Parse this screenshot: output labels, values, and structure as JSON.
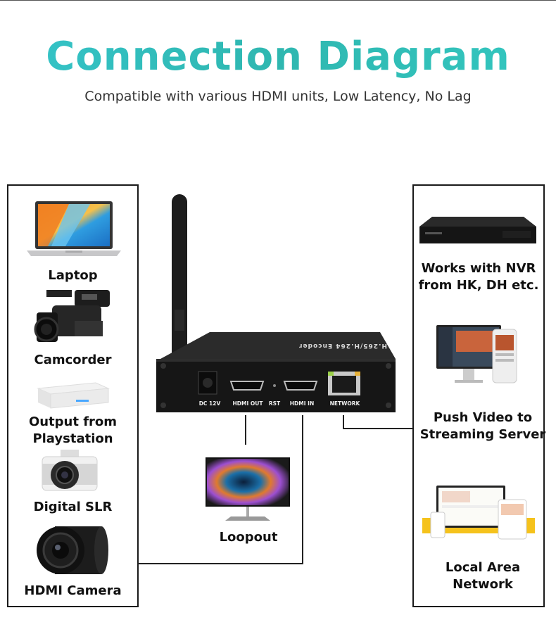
{
  "header": {
    "title": "Connection Diagram",
    "subtitle": "Compatible with various HDMI units, Low Latency, No Lag"
  },
  "inputs": [
    {
      "label": "Laptop",
      "icon": "laptop-icon"
    },
    {
      "label": "Camcorder",
      "icon": "camcorder-icon"
    },
    {
      "label": "Output from\nPlaystation",
      "icon": "playstation-icon"
    },
    {
      "label": "Digital SLR",
      "icon": "dslr-camera-icon"
    },
    {
      "label": "HDMI Camera",
      "icon": "hdmi-camera-icon"
    }
  ],
  "device": {
    "name": "H.265/H.264 Encoder",
    "ports": [
      "DC 12V",
      "HDMI OUT",
      "RST",
      "HDMI IN",
      "NETWORK"
    ]
  },
  "loopout": {
    "label": "Loopout",
    "icon": "monitor-icon"
  },
  "outputs": [
    {
      "label": "Works with NVR\nfrom HK, DH etc.",
      "icon": "nvr-icon"
    },
    {
      "label": "Push Video to\nStreaming Server",
      "icon": "streaming-server-icon"
    },
    {
      "label": "Local Area Network",
      "icon": "lan-devices-icon"
    }
  ],
  "colors": {
    "title_accent": "#35c4c9",
    "text": "#111111",
    "device": "#1c1c1c"
  }
}
